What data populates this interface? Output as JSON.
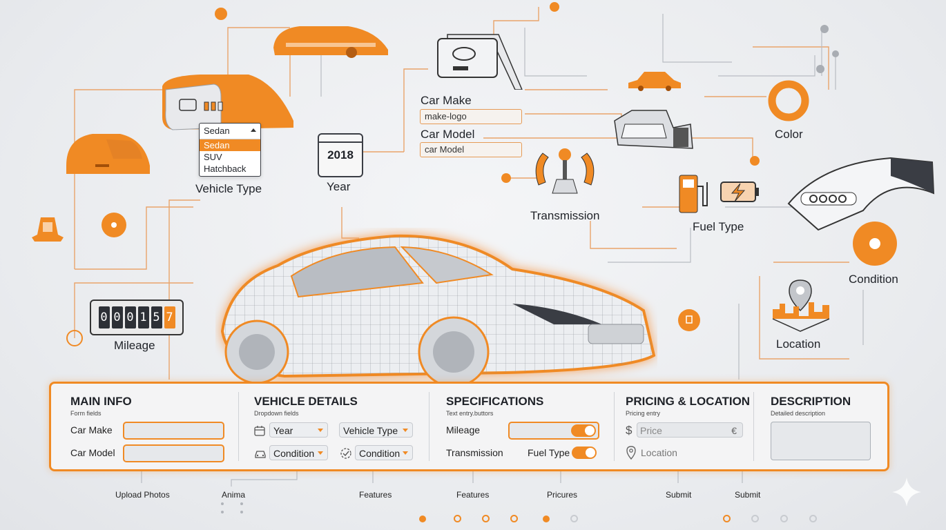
{
  "nodes": {
    "vehicle_type": "Vehicle Type",
    "year": "Year",
    "year_value": "2018",
    "car_make": "Car Make",
    "car_make_input": "make-logo",
    "car_model": "Car Model",
    "car_model_input": "car Model",
    "transmission": "Transmission",
    "color": "Color",
    "fuel_type": "Fuel Type",
    "condition": "Condition",
    "location": "Location",
    "mileage": "Mileage",
    "mileage_digits": [
      "0",
      "0",
      "0",
      "1",
      "5",
      "7"
    ]
  },
  "vehicle_type_dropdown": {
    "selected": "Sedan",
    "options": [
      "Sedan",
      "SUV",
      "Hatchback"
    ]
  },
  "panel": {
    "main_info": {
      "title": "MAIN INFO",
      "subtitle": "Form fields",
      "car_make_label": "Car Make",
      "car_model_label": "Car Model"
    },
    "vehicle_details": {
      "title": "VEHICLE DETAILS",
      "subtitle": "Dropdown fields",
      "year": "Year",
      "vehicle_type": "Vehicle Type",
      "condition_1": "Condition",
      "condition_2": "Condition"
    },
    "specifications": {
      "title": "SPECIFICATIONS",
      "subtitle": "Text entry.buttors",
      "mileage": "Mileage",
      "transmission": "Transmission",
      "fuel_type": "Fuel Type"
    },
    "pricing": {
      "title": "PRICING & LOCATION",
      "subtitle": "Pricing entry",
      "currency_symbol": "$",
      "price_placeholder": "Price",
      "euro_symbol": "€",
      "location_placeholder": "Location"
    },
    "description": {
      "title": "DESCRIPTION",
      "subtitle": "Detailed description"
    }
  },
  "bottom_labels": [
    "Upload Photos",
    "Anima",
    "Features",
    "Features",
    "Pricures",
    "Submit",
    "Submit"
  ],
  "colors": {
    "accent": "#f08a24",
    "dark": "#1f2228",
    "panel_bg": "#f4f4f5"
  }
}
